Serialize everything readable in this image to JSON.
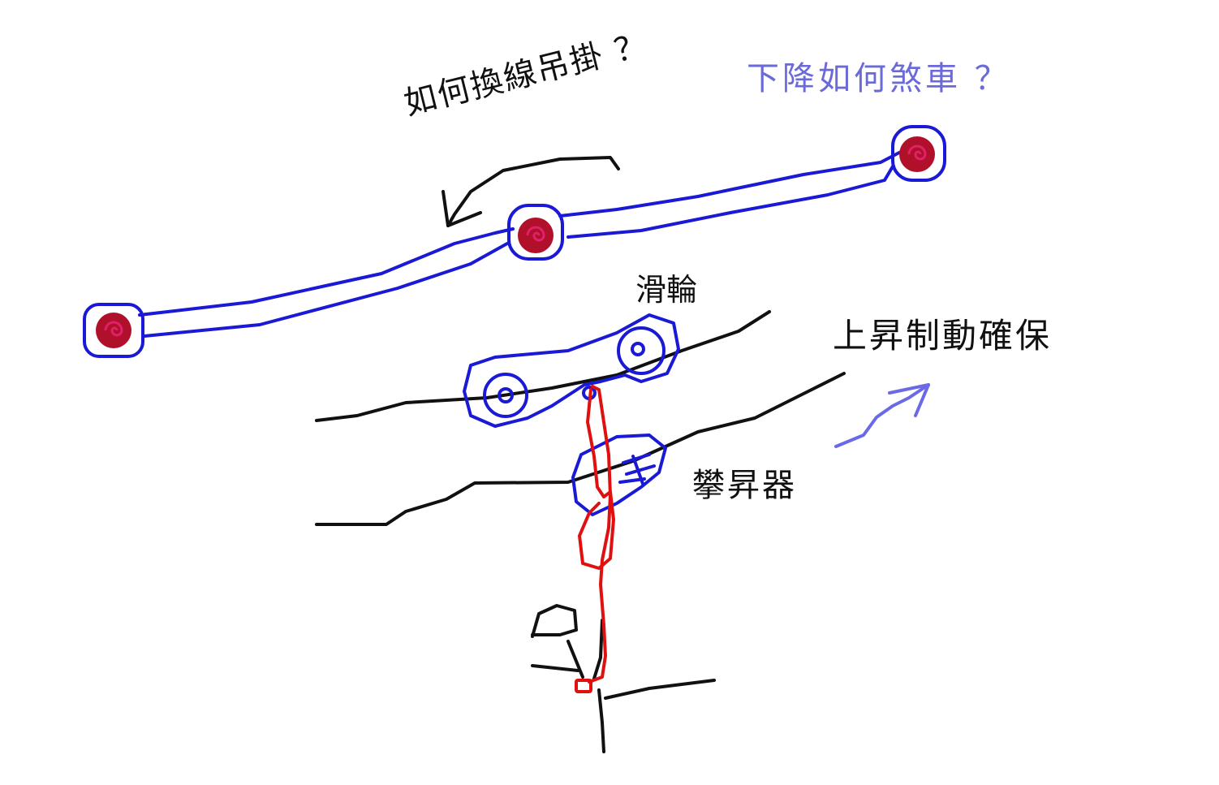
{
  "annotations": {
    "question_rehang": "如何換線吊掛 ？",
    "question_descend_brake": "下降如何煞車 ？",
    "label_pulley": "滑輪",
    "label_ascend_brake": "上昇制動確保",
    "label_ascender": "攀昇器"
  },
  "colors": {
    "ink": "#111111",
    "rope": "#1a1ad6",
    "anchor_outer": "#b0102a",
    "anchor_inner": "#e0206a",
    "climber_line": "#e01010",
    "question_blue": "#6a6ad8",
    "arrow_blue": "#6a6ae6"
  }
}
